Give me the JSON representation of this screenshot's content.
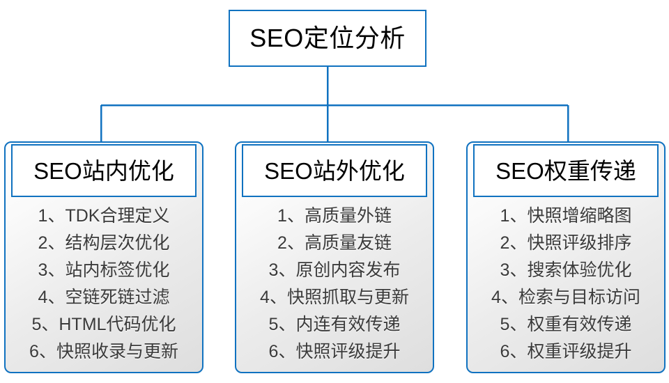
{
  "diagram": {
    "title": "SEO定位分析",
    "accent_color": "#1072C0",
    "text_color": "#000000",
    "item_text_color": "#3a3a3a",
    "background_color": "#ffffff",
    "root": {
      "label": "SEO定位分析"
    },
    "branches": [
      {
        "id": "onsite",
        "header": "SEO站内优化",
        "items": [
          "1、TDK合理定义",
          "2、结构层次优化",
          "3、站内标签优化",
          "4、空链死链过滤",
          "5、HTML代码优化",
          "6、快照收录与更新"
        ]
      },
      {
        "id": "offsite",
        "header": "SEO站外优化",
        "items": [
          "1、高质量外链",
          "2、高质量友链",
          "3、原创内容发布",
          "4、快照抓取与更新",
          "5、内连有效传递",
          "6、快照评级提升"
        ]
      },
      {
        "id": "weight",
        "header": "SEO权重传递",
        "items": [
          "1、快照增缩略图",
          "2、快照评级排序",
          "3、搜索体验优化",
          "4、检索与目标访问",
          "5、权重有效传递",
          "6、权重评级提升"
        ]
      }
    ]
  }
}
